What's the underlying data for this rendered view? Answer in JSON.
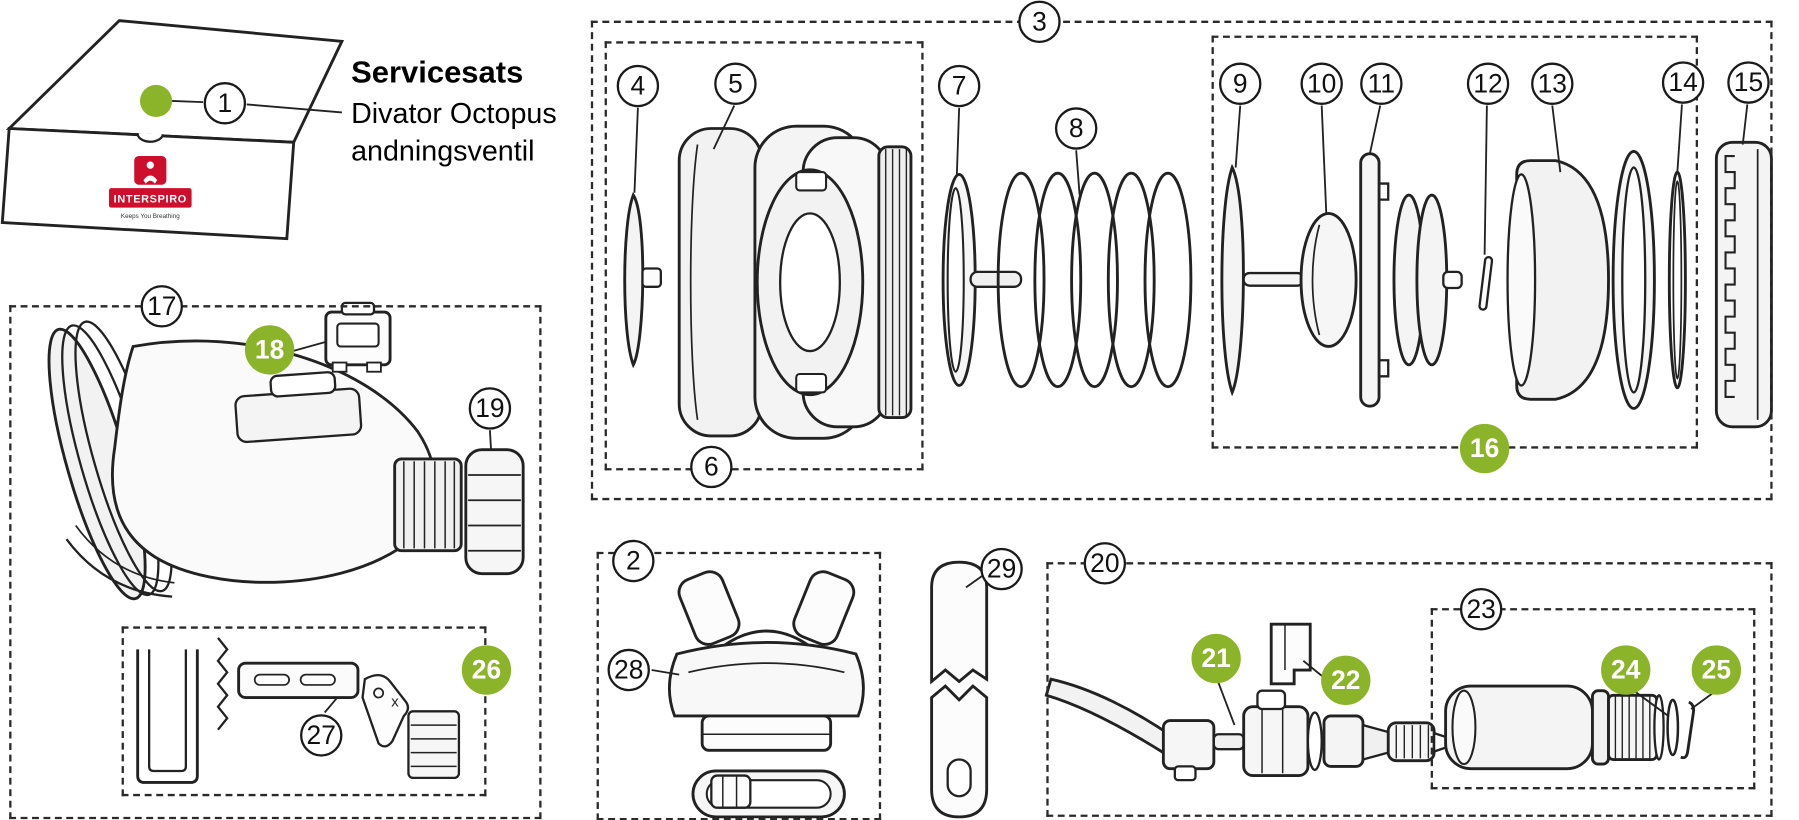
{
  "colors": {
    "accent_green": "#8CB42A",
    "logo_red": "#CE0E2D",
    "line_black": "#1A1A1A"
  },
  "kit_label": {
    "heading": "Servicesats",
    "line2": "Divator Octopus",
    "line3": "andningsventil"
  },
  "logo": {
    "brand": "INTERSPIRO",
    "tagline": "Keeps You Breathing"
  },
  "annotations": {
    "x_mark": "x"
  },
  "callouts": {
    "c1": {
      "label": "1",
      "style": "white"
    },
    "c2": {
      "label": "2",
      "style": "white"
    },
    "c3": {
      "label": "3",
      "style": "white"
    },
    "c4": {
      "label": "4",
      "style": "white"
    },
    "c5": {
      "label": "5",
      "style": "white"
    },
    "c6": {
      "label": "6",
      "style": "white"
    },
    "c7": {
      "label": "7",
      "style": "white"
    },
    "c8": {
      "label": "8",
      "style": "white"
    },
    "c9": {
      "label": "9",
      "style": "white"
    },
    "c10": {
      "label": "10",
      "style": "white"
    },
    "c11": {
      "label": "11",
      "style": "white"
    },
    "c12": {
      "label": "12",
      "style": "white"
    },
    "c13": {
      "label": "13",
      "style": "white"
    },
    "c14": {
      "label": "14",
      "style": "white"
    },
    "c15": {
      "label": "15",
      "style": "white"
    },
    "c16": {
      "label": "16",
      "style": "green"
    },
    "c17": {
      "label": "17",
      "style": "white"
    },
    "c18": {
      "label": "18",
      "style": "green"
    },
    "c19": {
      "label": "19",
      "style": "white"
    },
    "c20": {
      "label": "20",
      "style": "white"
    },
    "c21": {
      "label": "21",
      "style": "green"
    },
    "c22": {
      "label": "22",
      "style": "green"
    },
    "c23": {
      "label": "23",
      "style": "white"
    },
    "c24": {
      "label": "24",
      "style": "green"
    },
    "c25": {
      "label": "25",
      "style": "green"
    },
    "c26": {
      "label": "26",
      "style": "green"
    },
    "c27": {
      "label": "27",
      "style": "white"
    },
    "c28": {
      "label": "28",
      "style": "white"
    },
    "c29": {
      "label": "29",
      "style": "white"
    }
  }
}
